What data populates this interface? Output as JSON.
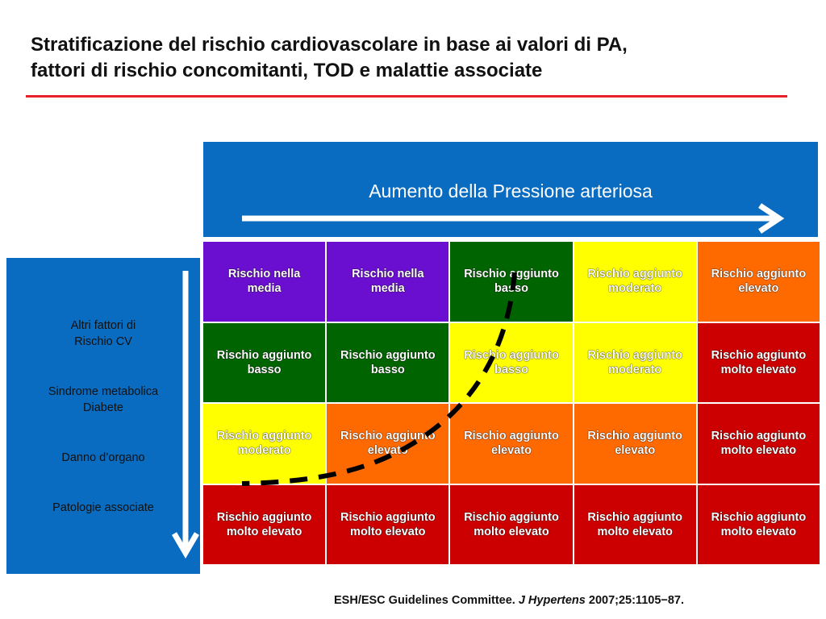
{
  "title": {
    "line1": "Stratificazione del rischio cardiovascolare in base ai valori di PA,",
    "line2": "fattori di rischio concomitanti, TOD e malattie associate"
  },
  "header_axis": {
    "label": "Aumento della Pressione arteriosa"
  },
  "side_axis": {
    "items": [
      {
        "line1": "Altri fattori di",
        "line2": "Rischio CV"
      },
      {
        "line1": "Sindrome metabolica",
        "line2": "Diabete"
      },
      {
        "line1": "Danno d’organo",
        "line2": ""
      },
      {
        "line1": "Patologie associate",
        "line2": ""
      }
    ]
  },
  "matrix": {
    "rows": [
      [
        {
          "text": "Rischio nella media",
          "color": "#6a0fcf"
        },
        {
          "text": "Rischio nella media",
          "color": "#6a0fcf"
        },
        {
          "text": "Rischio aggiunto basso",
          "color": "#006400"
        },
        {
          "text": "Rischio aggiunto moderato",
          "color": "#ffff00"
        },
        {
          "text": "Rischio aggiunto elevato",
          "color": "#ff6a00"
        }
      ],
      [
        {
          "text": "Rischio aggiunto basso",
          "color": "#006400"
        },
        {
          "text": "Rischio aggiunto basso",
          "color": "#006400"
        },
        {
          "text": "Rischio aggiunto basso",
          "color": "#ffff00"
        },
        {
          "text": "Rischio aggiunto moderato",
          "color": "#ffff00"
        },
        {
          "text": "Rischio aggiunto molto elevato",
          "color": "#cc0000"
        }
      ],
      [
        {
          "text": "Rischio aggiunto moderato",
          "color": "#ffff00"
        },
        {
          "text": "Rischio aggiunto elevato",
          "color": "#ff6a00"
        },
        {
          "text": "Rischio aggiunto elevato",
          "color": "#ff6a00"
        },
        {
          "text": "Rischio aggiunto elevato",
          "color": "#ff6a00"
        },
        {
          "text": "Rischio aggiunto molto elevato",
          "color": "#cc0000"
        }
      ],
      [
        {
          "text": "Rischio aggiunto molto elevato",
          "color": "#cc0000"
        },
        {
          "text": "Rischio aggiunto molto elevato",
          "color": "#cc0000"
        },
        {
          "text": "Rischio aggiunto molto elevato",
          "color": "#cc0000"
        },
        {
          "text": "Rischio aggiunto molto elevato",
          "color": "#cc0000"
        },
        {
          "text": "Rischio aggiunto molto elevato",
          "color": "#cc0000"
        }
      ]
    ]
  },
  "citation": {
    "part1": "ESH/ESC Guidelines Committee.",
    "journal": "J Hypertens",
    "part2": "2007;25:1105−87."
  },
  "colors": {
    "accent_rule": "#e8202a",
    "axis_box": "#0a6cc0",
    "arrow": "#ffffff",
    "dashed_curve": "#000000"
  }
}
